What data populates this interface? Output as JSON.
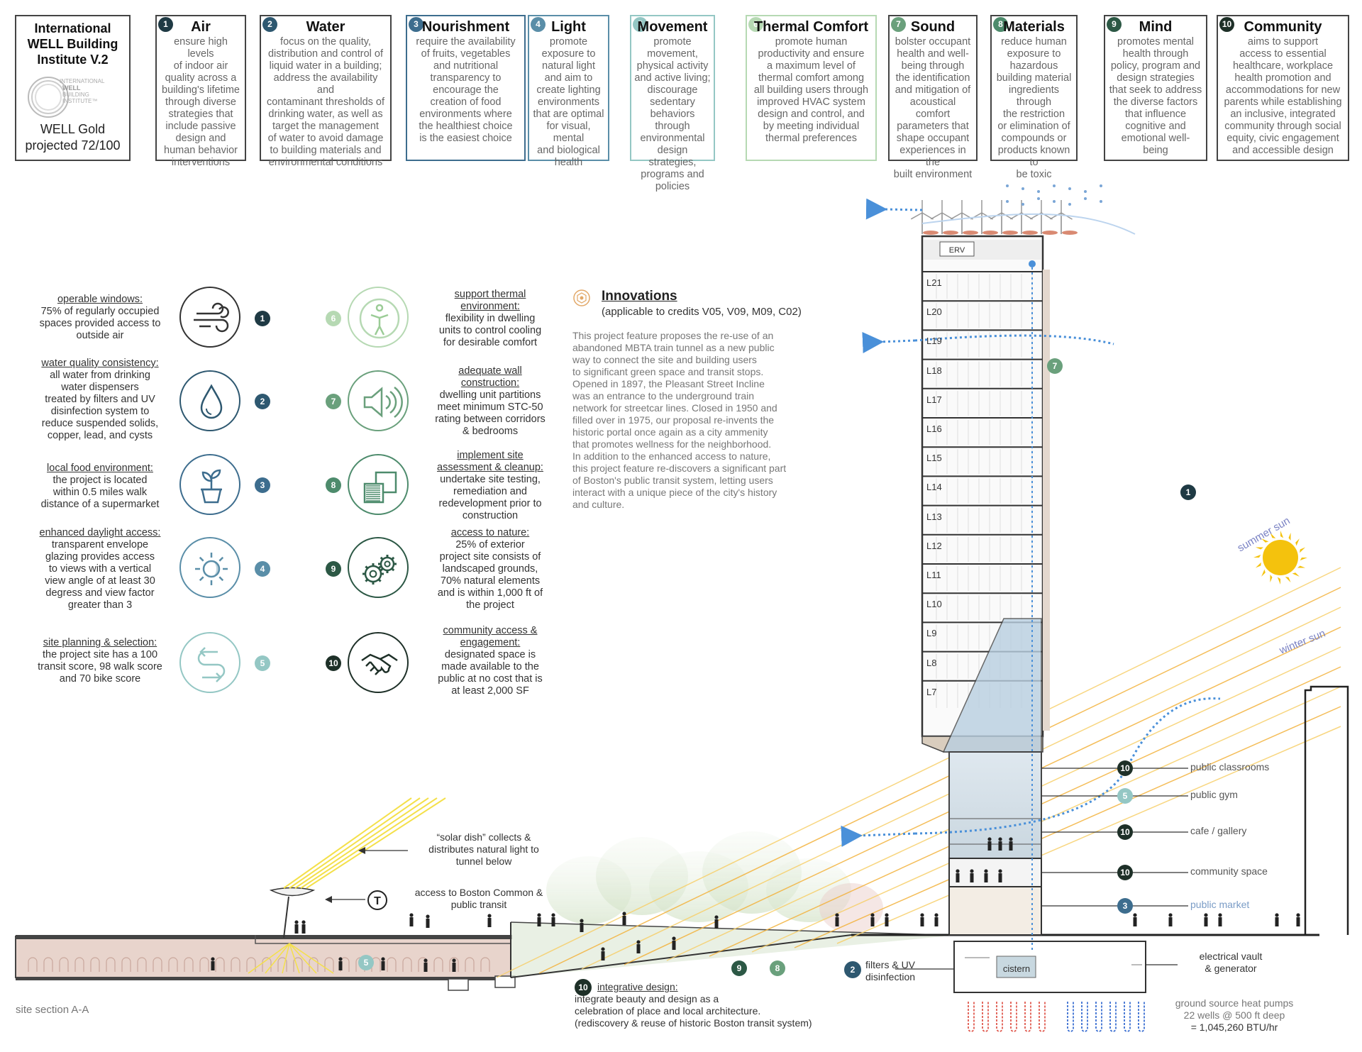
{
  "header": {
    "intro": {
      "title_line1": "International",
      "title_line2": "WELL Building",
      "title_line3": "Institute V.2",
      "logo_line1": "INTERNATIONAL",
      "logo_line2": "WELL",
      "logo_line3": "BUILDING",
      "logo_line4": "INSTITUTE™",
      "gold_line1": "WELL Gold",
      "gold_line2": "projected 72/100"
    },
    "concepts": [
      {
        "num": "1",
        "title": "Air",
        "color": "#1f3a44",
        "desc": [
          "ensure high levels",
          "of indoor air",
          "quality across a",
          "building's lifetime",
          "through diverse",
          "strategies that",
          "include passive",
          "design and",
          "human behavior",
          "interventions"
        ]
      },
      {
        "num": "2",
        "title": "Water",
        "color": "#2e5870",
        "desc": [
          "focus on the quality,",
          "distribution and control of",
          "liquid water in a building;",
          "address the availability and",
          "contaminant thresholds of",
          "drinking water, as well as",
          "target the management",
          "of water to avoid damage",
          "to building materials and",
          "environmental conditions"
        ]
      },
      {
        "num": "3",
        "title": "Nourishment",
        "color": "#3d6d8e",
        "desc": [
          "require the availability",
          "of fruits, vegetables",
          "and nutritional",
          "transparency to",
          "encourage the",
          "creation of food",
          "environments where",
          "the healthiest choice",
          "is the easiest choice"
        ]
      },
      {
        "num": "4",
        "title": "Light",
        "color": "#5a8ea8",
        "desc": [
          "promote",
          "exposure to",
          "natural light",
          "and aim to",
          "create lighting",
          "environments",
          "that are optimal",
          "for visual, mental",
          "and biological",
          "health"
        ]
      },
      {
        "num": "5",
        "title": "Movement",
        "color": "#94c7c4",
        "desc": [
          "promote movement,",
          "physical activity",
          "and active living;",
          "discourage",
          "sedentary",
          "behaviors through",
          "environmental",
          "design strategies,",
          "programs and",
          "policies"
        ]
      },
      {
        "num": "6",
        "title": "Thermal Comfort",
        "color": "#b6d9b3",
        "desc": [
          "promote human",
          "productivity and ensure",
          "a maximum level of",
          "thermal comfort among",
          "all building users through",
          "improved HVAC system",
          "design and control, and",
          "by meeting individual",
          "thermal preferences"
        ]
      },
      {
        "num": "7",
        "title": "Sound",
        "color": "#6aa07c",
        "desc": [
          "bolster occupant",
          "health and well-",
          "being through",
          "the identification",
          "and mitigation of",
          "acoustical comfort",
          "parameters that",
          "shape occupant",
          "experiences in the",
          "built environment"
        ]
      },
      {
        "num": "8",
        "title": "Materials",
        "color": "#4d8b6c",
        "desc": [
          "reduce human",
          "exposure to",
          "hazardous",
          "building material",
          "ingredients through",
          "the restriction",
          "or elimination of",
          "compounds or",
          "products known to",
          "be toxic"
        ]
      },
      {
        "num": "9",
        "title": "Mind",
        "color": "#2c5845",
        "desc": [
          "promotes mental",
          "health through",
          "policy, program and",
          "design strategies",
          "that seek to address",
          "the diverse factors",
          "that influence",
          "cognitive and",
          "emotional well-",
          "being"
        ]
      },
      {
        "num": "10",
        "title": "Community",
        "color": "#1e3028",
        "desc": [
          "aims to support",
          "access to essential",
          "healthcare, workplace",
          "health promotion and",
          "accommodations for new",
          "parents while establishing",
          "an inclusive, integrated",
          "community through social",
          "equity, civic engagement",
          "and accessible design"
        ]
      }
    ]
  },
  "features_left": [
    {
      "num": "1",
      "color": "#1f3a44",
      "icon": "wind-icon",
      "heading": "operable windows:",
      "lines": [
        "75% of regularly occupied",
        "spaces provided access to",
        "outside air"
      ]
    },
    {
      "num": "2",
      "color": "#2e5870",
      "icon": "water-drop-icon",
      "heading": "water quality consistency:",
      "lines": [
        "all water from drinking",
        "water dispensers",
        "treated by filters and UV",
        "disinfection system to",
        "reduce suspended solids,",
        "copper, lead, and cysts"
      ]
    },
    {
      "num": "3",
      "color": "#3d6d8e",
      "icon": "potted-plant-icon",
      "heading": "local food environment:",
      "lines": [
        "the project is located",
        "within 0.5 miles walk",
        "distance of a supermarket"
      ]
    },
    {
      "num": "4",
      "color": "#5a8ea8",
      "icon": "sun-moon-icon",
      "heading": "enhanced daylight access:",
      "lines": [
        "transparent envelope",
        "glazing provides access",
        "to views with a vertical",
        "view angle of at least 30",
        "degress and view factor",
        "greater than 3"
      ]
    },
    {
      "num": "5",
      "color": "#94c7c4",
      "icon": "route-arrows-icon",
      "heading": "site planning & selection:",
      "lines": [
        "the project site has a 100",
        "transit score, 98 walk score",
        "and 70 bike score"
      ]
    }
  ],
  "features_mid": [
    {
      "num": "6",
      "color": "#b6d9b3",
      "icon": "person-thermal-icon",
      "heading": [
        "support thermal",
        "environment:"
      ],
      "lines": [
        "flexibility in dwelling",
        "units to control cooling",
        "for desirable comfort"
      ]
    },
    {
      "num": "7",
      "color": "#6aa07c",
      "icon": "speaker-icon",
      "heading": [
        "adequate wall",
        "construction:"
      ],
      "lines": [
        "dwelling unit partitions",
        "meet minimum STC-50",
        "rating between corridors",
        "& bedrooms"
      ]
    },
    {
      "num": "8",
      "color": "#4d8b6c",
      "icon": "material-layers-icon",
      "heading": [
        "implement site",
        "assessment & cleanup:"
      ],
      "lines": [
        "undertake site testing,",
        "remediation and",
        "redevelopment prior to",
        "construction"
      ]
    },
    {
      "num": "9",
      "color": "#2c5845",
      "icon": "gears-icon",
      "heading": [
        "access to nature:"
      ],
      "lines": [
        "25% of exterior",
        "project site consists of",
        "landscaped grounds,",
        "70% natural elements",
        "and is within 1,000 ft of",
        "the project"
      ]
    },
    {
      "num": "10",
      "color": "#1e3028",
      "icon": "handshake-icon",
      "heading": [
        "community access &",
        "engagement:"
      ],
      "lines": [
        "designated space is",
        "made available to the",
        "public at no cost that is",
        "at least 2,000 SF"
      ]
    }
  ],
  "innovations": {
    "title": "Innovations",
    "subtitle": "(applicable to credits V05, V09, M09, C02)",
    "body": [
      "This project feature proposes the re-use of an",
      "abandoned MBTA train tunnel as a new public",
      "way to connect the site and building users",
      "to significant green space and transit stops.",
      "Opened in 1897, the Pleasant Street Incline",
      "was an entrance to the underground train",
      "network for streetcar lines. Closed in 1950 and",
      "filled over in 1975, our proposal re-invents the",
      "historic portal once again as a city ammenity",
      "that promotes wellness for the neighborhood.",
      "In addition to the enhanced access to nature,",
      "this project feature re-discovers a significant part",
      "of Boston's public transit system, letting users",
      "interact with a unique piece of the city's history",
      "and culture."
    ]
  },
  "section": {
    "erv": "ERV",
    "floors": [
      "L21",
      "L20",
      "L19",
      "L18",
      "L17",
      "L16",
      "L15",
      "L14",
      "L13",
      "L12",
      "L11",
      "L10",
      "L9",
      "L8",
      "L7"
    ],
    "summer_sun": "summer sun",
    "winter_sun": "winter sun",
    "programs": [
      {
        "num": "10",
        "label": "public classrooms",
        "color": "#1e3028"
      },
      {
        "num": "5",
        "label": "public gym",
        "color": "#94c7c4"
      },
      {
        "num": "10",
        "label": "cafe / gallery",
        "color": "#1e3028"
      },
      {
        "num": "10",
        "label": "community space",
        "color": "#1e3028"
      },
      {
        "num": "3",
        "label": "public market",
        "color": "#3d6d8e"
      }
    ],
    "solar_dish": [
      "“solar dish” collects &",
      "distributes natural light to",
      "tunnel below"
    ],
    "transit_symbol": "T",
    "transit": [
      "access to Boston Common &",
      "public transit"
    ],
    "integrative": {
      "num": "10",
      "heading": "integrative design:",
      "lines": [
        "integrate beauty and design as a",
        "celebration of place and local architecture.",
        "(rediscovery & reuse of historic Boston transit system)"
      ]
    },
    "filters": {
      "num": "2",
      "lines": [
        "filters & UV",
        "disinfection"
      ]
    },
    "cistern": "cistern",
    "electrical": [
      "electrical vault",
      "& generator"
    ],
    "geo": [
      "ground source heat pumps",
      "22 wells @ 500 ft deep",
      "= 1,045,260 BTU/hr"
    ],
    "site_label": "site section A-A",
    "tunnel_num": "5",
    "park_nums": [
      "9",
      "8"
    ],
    "tower_num": "7",
    "facade_num": "1"
  }
}
